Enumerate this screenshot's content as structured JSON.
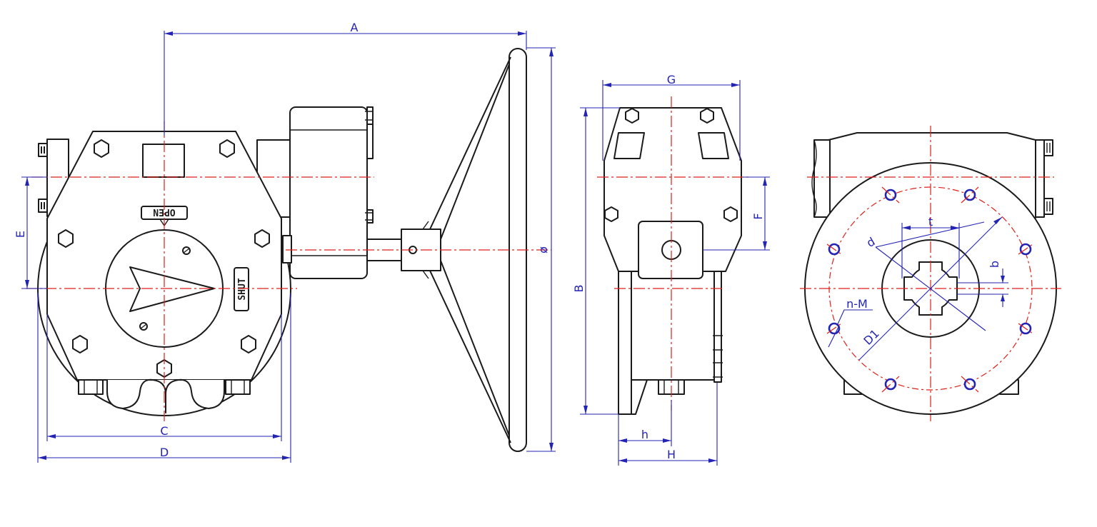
{
  "dimensions": {
    "A": "A",
    "B": "B",
    "C": "C",
    "D": "D",
    "E": "E",
    "F": "F",
    "G": "G",
    "H": "H",
    "h": "h",
    "phi": "ø",
    "t": "t",
    "d": "d",
    "b": "b",
    "D1": "D1",
    "nM": "n-M"
  },
  "markings": {
    "open": "OPEN",
    "shut": "SHUT"
  },
  "colors": {
    "outline": "#1a1a1a",
    "dimension": "#2323b4",
    "centerline": "#e0201a"
  }
}
